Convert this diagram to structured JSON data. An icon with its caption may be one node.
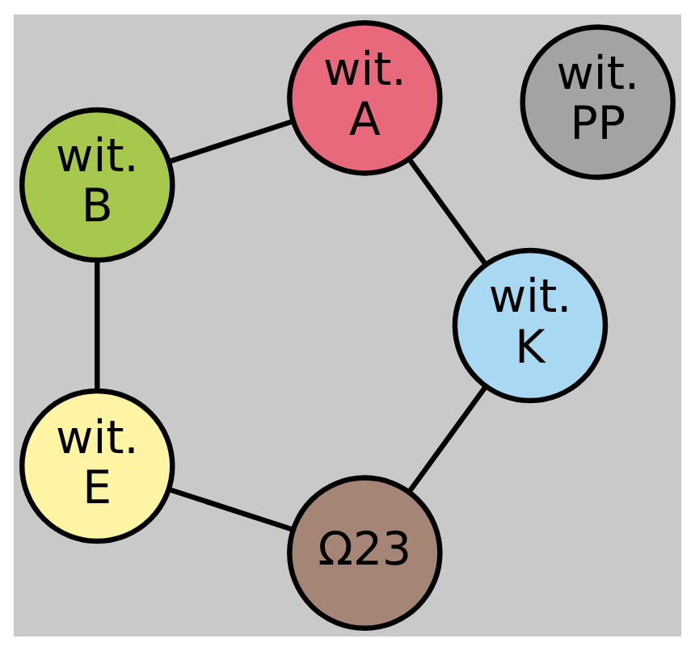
{
  "diagram": {
    "nodes": [
      {
        "text": [
          "Ω23"
        ]
      },
      {
        "text": [
          "wit.",
          "K"
        ]
      },
      {
        "text": [
          "wit.",
          "PP"
        ]
      },
      {
        "text": [
          "wit.",
          "E"
        ]
      },
      {
        "text": [
          "wit.",
          "A"
        ]
      },
      {
        "text": [
          "wit.",
          "B"
        ]
      }
    ],
    "edges": [
      {
        "from": 0,
        "to": 3,
        "arrow": "none"
      },
      {
        "from": 3,
        "to": 5,
        "arrow": "none"
      },
      {
        "from": 5,
        "to": 4,
        "arrow": "none"
      },
      {
        "from": 4,
        "to": 1,
        "arrow": "none"
      },
      {
        "from": 1,
        "to": 0,
        "arrow": "none"
      }
    ]
  }
}
